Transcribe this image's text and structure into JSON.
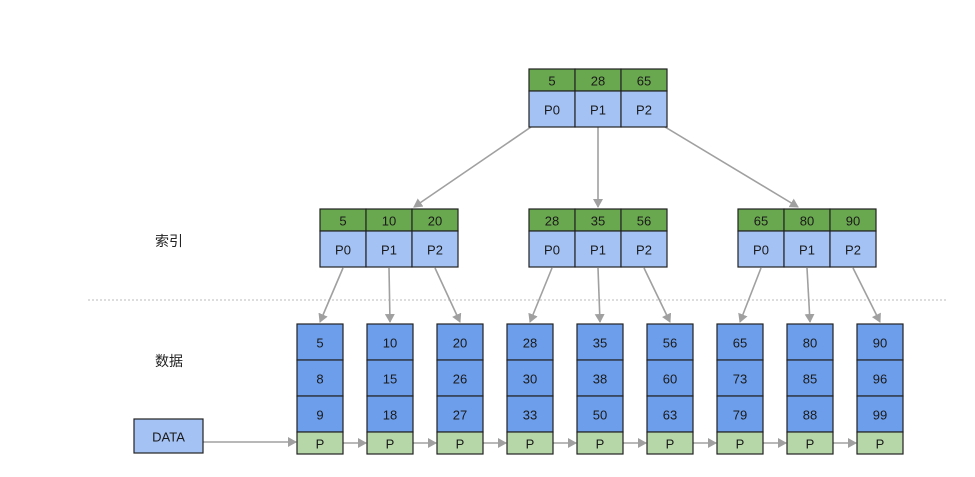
{
  "labels": {
    "index": "索引",
    "data": "数据",
    "data_box": "DATA"
  },
  "colors": {
    "key_fill": "#6aa84f",
    "ptr_fill": "#a4c2f4",
    "leaf_fill": "#6d9eeb",
    "next_ptr_fill": "#b6d7a8",
    "stroke": "#222222",
    "arrow": "#a0a0a0",
    "divider": "#bbbbbb"
  },
  "root": {
    "keys": [
      "5",
      "28",
      "65"
    ],
    "pointers": [
      "P0",
      "P1",
      "P2"
    ]
  },
  "internal_nodes": [
    {
      "keys": [
        "5",
        "10",
        "20"
      ],
      "pointers": [
        "P0",
        "P1",
        "P2"
      ]
    },
    {
      "keys": [
        "28",
        "35",
        "56"
      ],
      "pointers": [
        "P0",
        "P1",
        "P2"
      ]
    },
    {
      "keys": [
        "65",
        "80",
        "90"
      ],
      "pointers": [
        "P0",
        "P1",
        "P2"
      ]
    }
  ],
  "leaves": [
    {
      "values": [
        "5",
        "8",
        "9"
      ],
      "pointer": "P"
    },
    {
      "values": [
        "10",
        "15",
        "18"
      ],
      "pointer": "P"
    },
    {
      "values": [
        "20",
        "26",
        "27"
      ],
      "pointer": "P"
    },
    {
      "values": [
        "28",
        "30",
        "33"
      ],
      "pointer": "P"
    },
    {
      "values": [
        "35",
        "38",
        "50"
      ],
      "pointer": "P"
    },
    {
      "values": [
        "56",
        "60",
        "63"
      ],
      "pointer": "P"
    },
    {
      "values": [
        "65",
        "73",
        "79"
      ],
      "pointer": "P"
    },
    {
      "values": [
        "80",
        "85",
        "88"
      ],
      "pointer": "P"
    },
    {
      "values": [
        "90",
        "96",
        "99"
      ],
      "pointer": "P"
    }
  ]
}
